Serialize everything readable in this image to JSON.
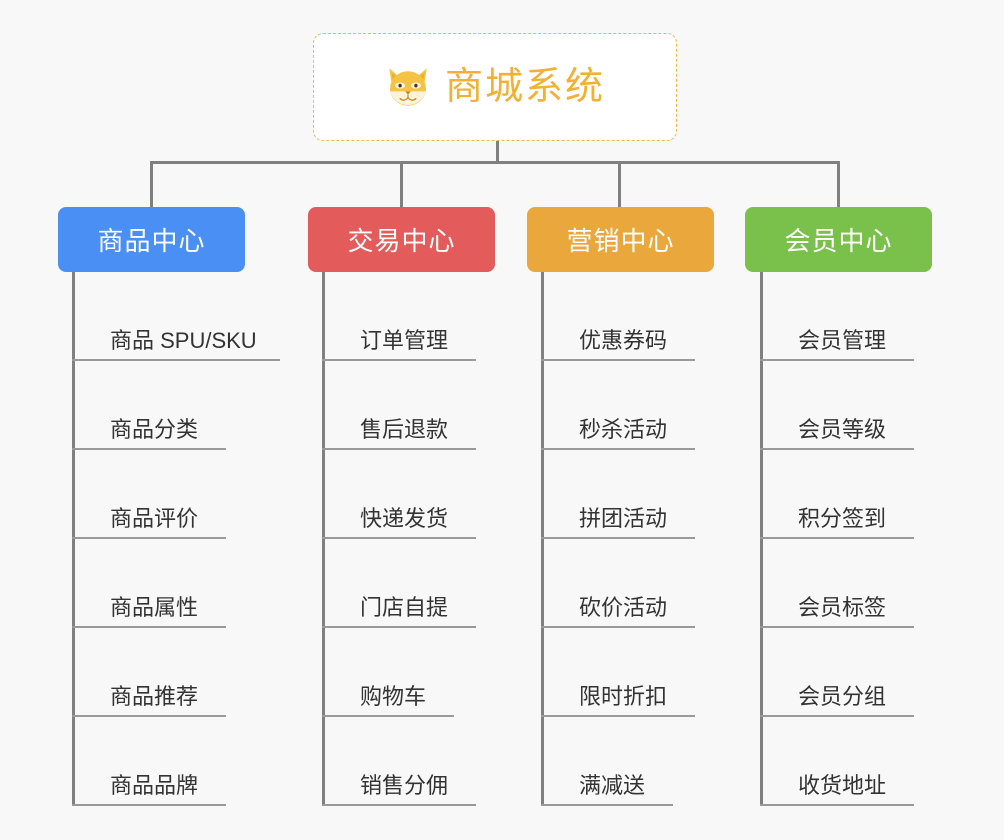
{
  "diagram": {
    "type": "org-chart",
    "background_color": "#f8f8f8",
    "connector_color": "#808080",
    "root": {
      "title": "商城系统",
      "icon": "shiba-dog-icon",
      "text_color": "#f2b134",
      "border_color": "#f0b849",
      "background_color": "#ffffff"
    },
    "categories": [
      {
        "label": "商品中心",
        "color": "#4a90f4",
        "items": [
          "商品 SPU/SKU",
          "商品分类",
          "商品评价",
          "商品属性",
          "商品推荐",
          "商品品牌"
        ]
      },
      {
        "label": "交易中心",
        "color": "#e35b5b",
        "items": [
          "订单管理",
          "售后退款",
          "快递发货",
          "门店自提",
          "购物车",
          "销售分佣"
        ]
      },
      {
        "label": "营销中心",
        "color": "#eaa83c",
        "items": [
          "优惠券码",
          "秒杀活动",
          "拼团活动",
          "砍价活动",
          "限时折扣",
          "满减送"
        ]
      },
      {
        "label": "会员中心",
        "color": "#79c14a",
        "items": [
          "会员管理",
          "会员等级",
          "积分签到",
          "会员标签",
          "会员分组",
          "收货地址"
        ]
      }
    ]
  }
}
